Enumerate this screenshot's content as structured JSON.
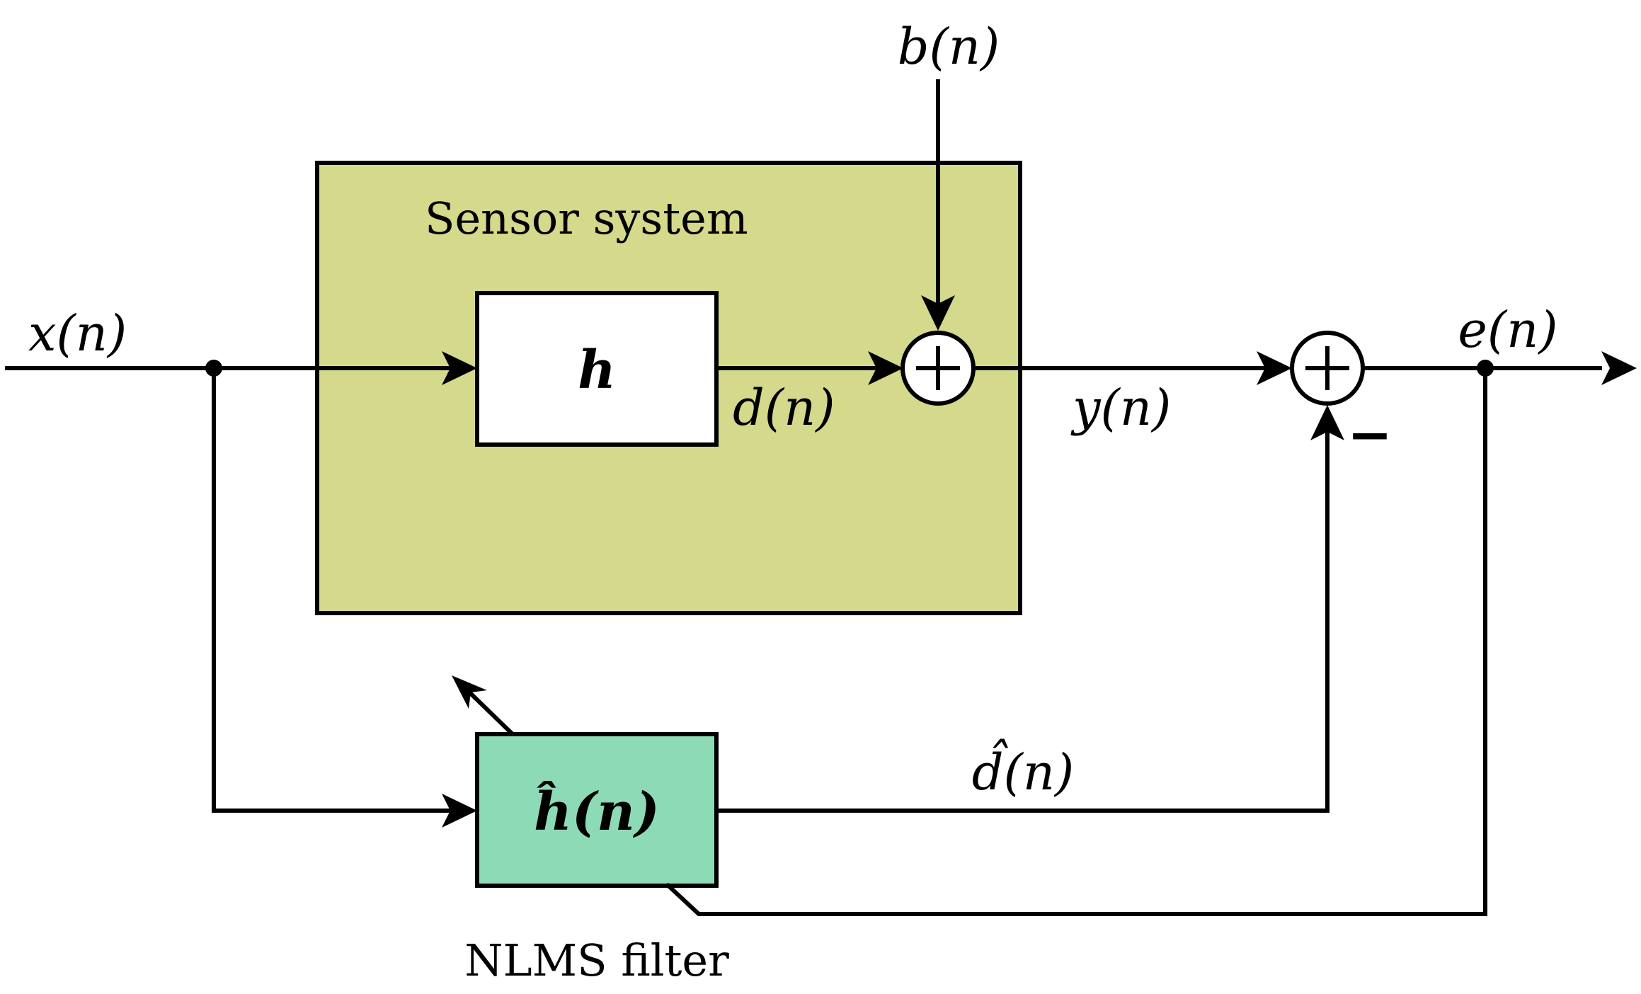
{
  "colors": {
    "sensor_system_fill": "#d4d98b",
    "nlms_filter_fill": "#8ddbb6",
    "h_block_fill": "#ffffff",
    "line": "#000000"
  },
  "labels": {
    "input": "x(n)",
    "noise": "b(n)",
    "desired": "d(n)",
    "output": "y(n)",
    "error": "e(n)",
    "estimate": "d̂(n)",
    "sensor_system": "Sensor system",
    "true_filter": "h",
    "adaptive_filter": "ĥ(n)",
    "nlms_filter": "NLMS filter",
    "minus_sign": "−"
  }
}
